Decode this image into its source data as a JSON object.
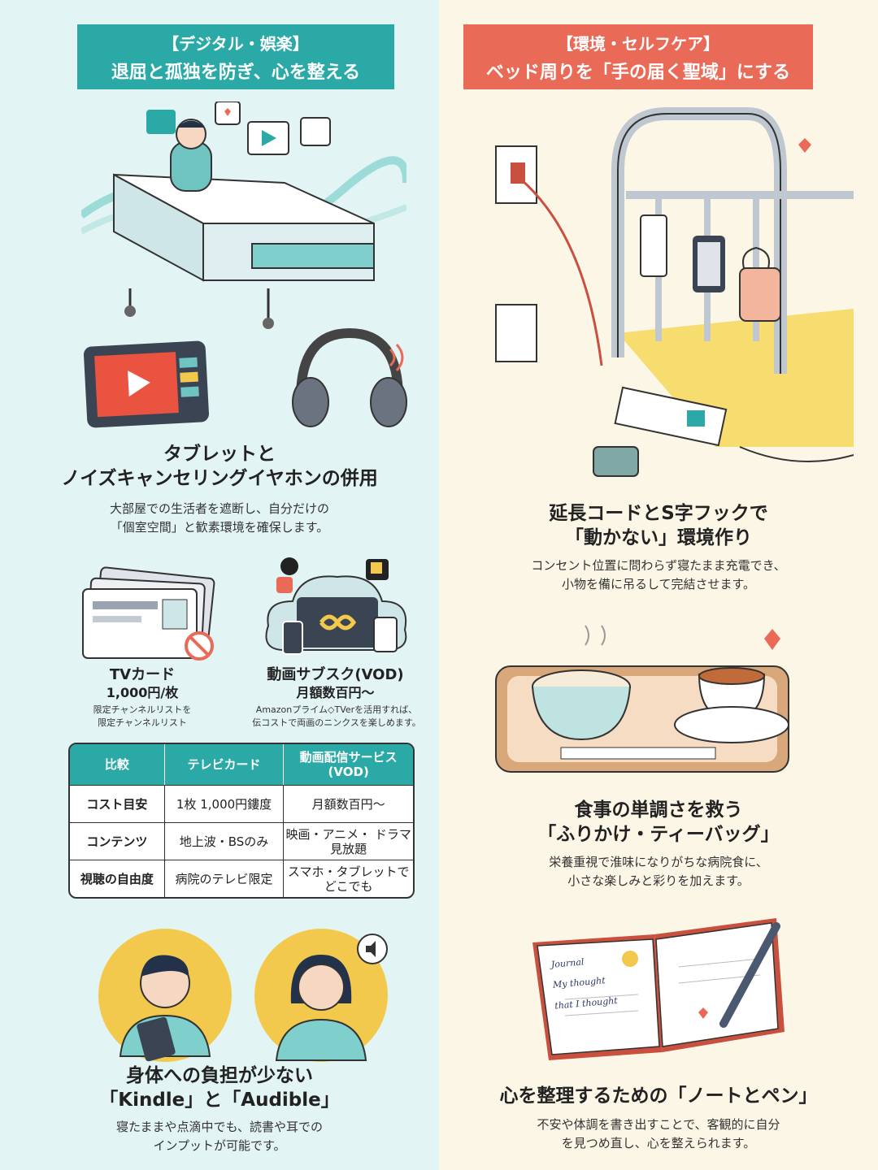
{
  "left": {
    "banner": {
      "line1": "【デジタル・娯楽】",
      "line2": "退屈と孤独を防ぎ、心を整える"
    },
    "tablet_section": {
      "title_line1": "タブレットと",
      "title_line2": "ノイズキャンセリングイヤホンの併用",
      "desc_line1": "大部屋での生活者を遮断し、自分だけの",
      "desc_line2": "「個室空間」と歓素環境を確保します。"
    },
    "tvcard": {
      "title": "TVカード",
      "price": "1,000円/枚",
      "note_line1": "限定チャンネルリストを",
      "note_line2": "限定チャンネルリスト"
    },
    "vod": {
      "title": "動画サブスク(VOD)",
      "price": "月額数百円〜",
      "note_line1": "Amazonプライム◇TVerを活用すれば、",
      "note_line2": "伝コストで両画のニンクスを楽しめます。"
    },
    "table": {
      "headers": [
        "比較",
        "テレビカード",
        "動画配信サービス (VOD)"
      ],
      "rows": [
        [
          "コスト目安",
          "1枚 1,000円鏤度",
          "月額数百円〜"
        ],
        [
          "コンテンツ",
          "地上波・BSのみ",
          "映画・アニメ・ ドラマ見放題"
        ],
        [
          "視聴の自由度",
          "病院のテレビ限定",
          "スマホ・タブレットで どこでも"
        ]
      ]
    },
    "kindle_section": {
      "title_line1": "身体への負担が少ない",
      "title_line2": "「Kindle」と「Audible」",
      "desc_line1": "寝たままや点滴中でも、読書や耳での",
      "desc_line2": "インプットが可能です。"
    }
  },
  "right": {
    "banner": {
      "line1": "【環境・セルフケア】",
      "line2": "ベッド周りを「手の届く聖域」にする"
    },
    "cord_section": {
      "title_line1": "延長コードとS字フックで",
      "title_line2": "「動かない」環境作り",
      "desc_line1": "コンセント位置に問わらず寝たまま充電でき、",
      "desc_line2": "小物を備に吊るして完結させます。"
    },
    "meal_section": {
      "title_line1": "食事の単調さを救う",
      "title_line2": "「ふりかけ・ティーバッグ」",
      "desc_line1": "栄養重視で淮味になりがちな病院食に、",
      "desc_line2": "小さな楽しみと彩りを加えます。"
    },
    "note_section": {
      "title": "心を整理するための「ノートとペン」",
      "desc_line1": "不安や体調を書き出すことで、客観的に自分",
      "desc_line2": "を見つめ直し、心を整えられます。",
      "journal_text": [
        "Journal",
        "My thought",
        "that I thought"
      ]
    }
  },
  "colors": {
    "teal": "#2aa9a6",
    "coral": "#e96a57",
    "yellow": "#f2c94c",
    "left_bg": "#e3f4f4",
    "right_bg": "#fbf6e6"
  },
  "icons": [
    "bed-patient-icon",
    "tablet-icon",
    "headphones-icon",
    "tv-card-icon",
    "cloud-vod-icon",
    "power-outlet-icon",
    "bed-rail-icon",
    "meal-tray-icon",
    "tea-cup-icon",
    "journal-pen-icon",
    "reader-avatar-icon",
    "listener-avatar-icon"
  ]
}
